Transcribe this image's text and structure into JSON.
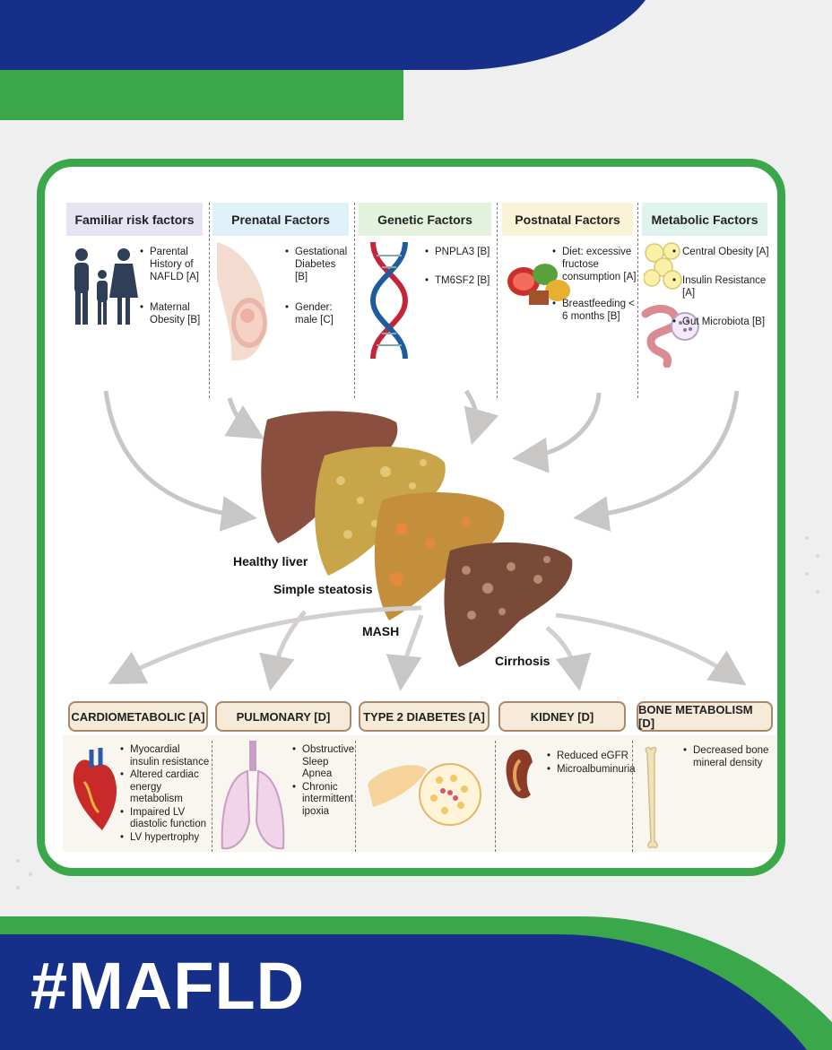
{
  "risk_factors": [
    {
      "title": "Familiar risk factors",
      "bg": "#e7e3f2",
      "items": [
        "Parental History of NAFLD [A]",
        "Maternal Obesity [B]"
      ]
    },
    {
      "title": "Prenatal Factors",
      "bg": "#dff1f8",
      "items": [
        "Gestational Diabetes [B]",
        "Gender: male [C]"
      ]
    },
    {
      "title": "Genetic Factors",
      "bg": "#e3f2dd",
      "items": [
        "PNPLA3 [B]",
        "TM6SF2 [B]"
      ]
    },
    {
      "title": "Postnatal Factors",
      "bg": "#fbf3d6",
      "items": [
        "Diet: excessive fructose consumption [A]",
        "Breastfeeding < 6 months [B]"
      ]
    },
    {
      "title": "Metabolic Factors",
      "bg": "#def2ee",
      "items": [
        "Central Obesity [A]",
        "Insulin Resistance [A]",
        "Gut Microbiota [B]"
      ]
    }
  ],
  "stages": {
    "healthy": "Healthy liver",
    "steatosis": "Simple steatosis",
    "mash": "MASH",
    "cirrhosis": "Cirrhosis"
  },
  "outcomes": [
    {
      "title": "CARDIOMETABOLIC [A]",
      "items": [
        "Myocardial insulin resistance",
        "Altered cardiac energy metabolism",
        "Impaired LV diastolic function",
        "LV hypertrophy"
      ]
    },
    {
      "title": "PULMONARY [D]",
      "items": [
        "Obstructive Sleep Apnea",
        "Chronic intermittent ipoxia"
      ]
    },
    {
      "title": "TYPE 2 DIABETES [A]",
      "items": []
    },
    {
      "title": "KIDNEY [D]",
      "items": [
        "Reduced eGFR",
        "Microalbuminuria"
      ]
    },
    {
      "title": "BONE METABOLISM [D]",
      "items": [
        "Decreased bone mineral density"
      ]
    }
  ],
  "hashtag": "#MAFLD",
  "colors": {
    "navy": "#16308a",
    "green": "#3aa84a",
    "background": "#efefef"
  }
}
